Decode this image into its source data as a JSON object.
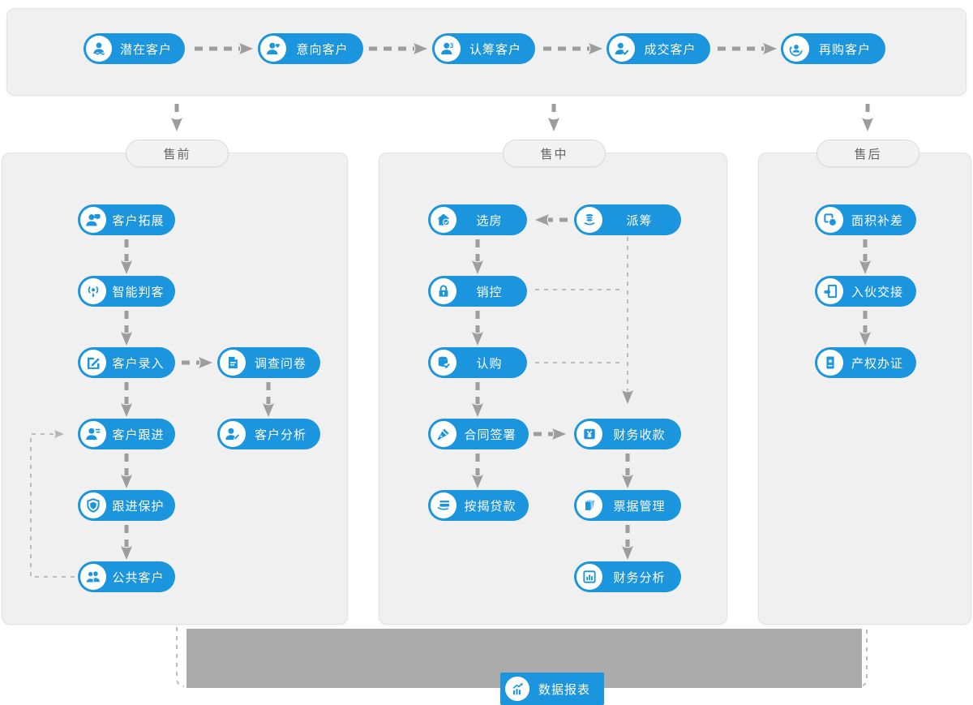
{
  "colors": {
    "accent": "#1b95de",
    "panel_bg": "#f0f0f0",
    "arrow": "#9d9d9d",
    "thin_line": "#bcbcbc",
    "bar": "#ababab"
  },
  "top_flow": {
    "stages": [
      {
        "label": "潜在客户",
        "icon": "potential-customer-person-icon"
      },
      {
        "label": "意向客户",
        "icon": "intent-customer-person-heart-icon"
      },
      {
        "label": "认筹客户",
        "icon": "subscribed-customer-person-3-icon"
      },
      {
        "label": "成交客户",
        "icon": "deal-customer-person-check-icon"
      },
      {
        "label": "再购客户",
        "icon": "repurchase-customer-person-refresh-icon"
      }
    ]
  },
  "columns": [
    {
      "tab": "售前",
      "items": [
        {
          "label": "客户拓展",
          "icon": "person-speech-icon"
        },
        {
          "label": "智能判客",
          "icon": "radar-beacon-icon"
        },
        {
          "label": "客户录入",
          "icon": "edit-square-icon"
        },
        {
          "label": "调查问卷",
          "icon": "questionnaire-doc-icon"
        },
        {
          "label": "客户跟进",
          "icon": "person-list-icon"
        },
        {
          "label": "客户分析",
          "icon": "person-pencil-icon"
        },
        {
          "label": "跟进保护",
          "icon": "shield-icon"
        },
        {
          "label": "公共客户",
          "icon": "two-persons-icon"
        }
      ]
    },
    {
      "tab": "售中",
      "items": [
        {
          "label": "选房",
          "icon": "house-check-icon"
        },
        {
          "label": "派筹",
          "icon": "coins-hand-icon"
        },
        {
          "label": "销控",
          "icon": "lock-icon"
        },
        {
          "label": "认购",
          "icon": "database-check-icon"
        },
        {
          "label": "合同签署",
          "icon": "pen-sign-icon"
        },
        {
          "label": "财务收款",
          "icon": "yen-folder-icon"
        },
        {
          "label": "按揭贷款",
          "icon": "card-hand-icon"
        },
        {
          "label": "票据管理",
          "icon": "pages-stack-icon"
        },
        {
          "label": "财务分析",
          "icon": "bar-chart-square-icon"
        }
      ]
    },
    {
      "tab": "售后",
      "items": [
        {
          "label": "面积补差",
          "icon": "shape-overlap-icon"
        },
        {
          "label": "入伙交接",
          "icon": "hand-door-icon"
        },
        {
          "label": "产权办证",
          "icon": "certificate-star-icon"
        }
      ]
    }
  ],
  "footer": {
    "report_label": "数据报表",
    "icon": "rising-chart-icon"
  }
}
